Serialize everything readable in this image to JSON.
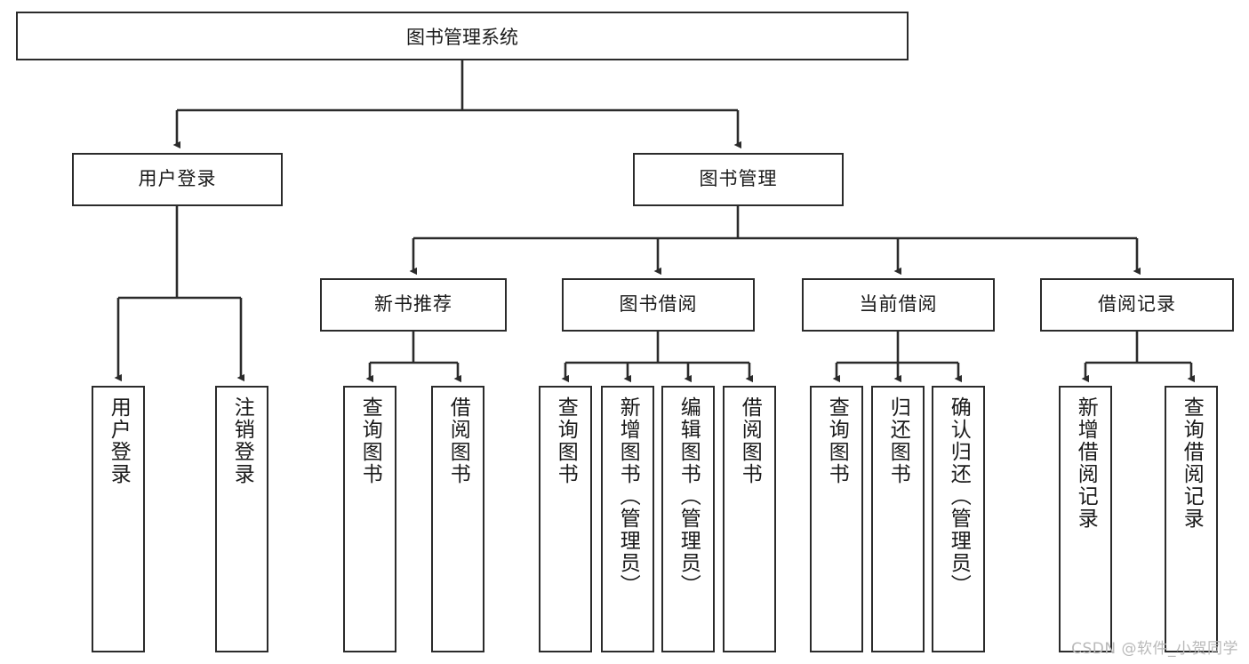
{
  "diagram": {
    "title": "图书管理系统",
    "watermark": "CSDN @软件_小贺同学",
    "line_color": "#2b2b2b",
    "box_fill": "#ffffff",
    "text_color": "#1a1a1a",
    "watermark_color": "#b9b9b9"
  },
  "levels": {
    "root": {
      "label": "图书管理系统"
    },
    "level2": [
      {
        "id": "user-login",
        "label": "用户登录"
      },
      {
        "id": "book-manage",
        "label": "图书管理"
      }
    ],
    "level3": [
      {
        "id": "new-book-recommend",
        "label": "新书推荐"
      },
      {
        "id": "book-borrow",
        "label": "图书借阅"
      },
      {
        "id": "current-borrow",
        "label": "当前借阅"
      },
      {
        "id": "borrow-record",
        "label": "借阅记录"
      }
    ],
    "leaves": {
      "user-login": [
        {
          "id": "leaf-user-login",
          "label": "用户登录"
        },
        {
          "id": "leaf-logout",
          "label": "注销登录"
        }
      ],
      "new-book-recommend": [
        {
          "id": "leaf-query-book-1",
          "label": "查询图书"
        },
        {
          "id": "leaf-borrow-book-1",
          "label": "借阅图书"
        }
      ],
      "book-borrow": [
        {
          "id": "leaf-query-book-2",
          "label": "查询图书"
        },
        {
          "id": "leaf-add-book",
          "label": "新增图书（管理员）"
        },
        {
          "id": "leaf-edit-book",
          "label": "编辑图书（管理员）"
        },
        {
          "id": "leaf-borrow-book-2",
          "label": "借阅图书"
        }
      ],
      "current-borrow": [
        {
          "id": "leaf-query-book-3",
          "label": "查询图书"
        },
        {
          "id": "leaf-return-book",
          "label": "归还图书"
        },
        {
          "id": "leaf-confirm-return",
          "label": "确认归还（管理员）"
        }
      ],
      "borrow-record": [
        {
          "id": "leaf-add-record",
          "label": "新增借阅记录"
        },
        {
          "id": "leaf-query-record",
          "label": "查询借阅记录"
        }
      ]
    }
  }
}
